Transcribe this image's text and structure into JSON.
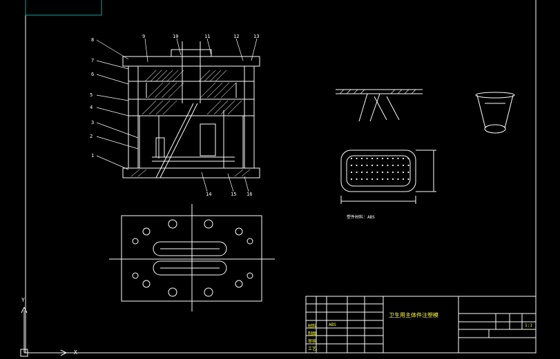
{
  "drawing": {
    "title_block": {
      "title": "卫生用主体件注塑模",
      "material": "材料",
      "note": "ABS",
      "scale": "1:1",
      "rows": [
        "制图",
        "审核",
        "工艺"
      ]
    },
    "part_labels": [
      "1",
      "2",
      "3",
      "4",
      "5",
      "6",
      "7",
      "8",
      "9",
      "10",
      "11",
      "12",
      "13",
      "14",
      "15",
      "16"
    ],
    "annotation": "塑件材料：ABS",
    "colors": {
      "background": "#000000",
      "lines": "#ffffff",
      "frame_accent": "#00b0b0",
      "text_yellow": "#ffff33",
      "axis_marker": "#ffffff"
    },
    "axis_labels": {
      "y": "Y",
      "x": "X"
    }
  }
}
